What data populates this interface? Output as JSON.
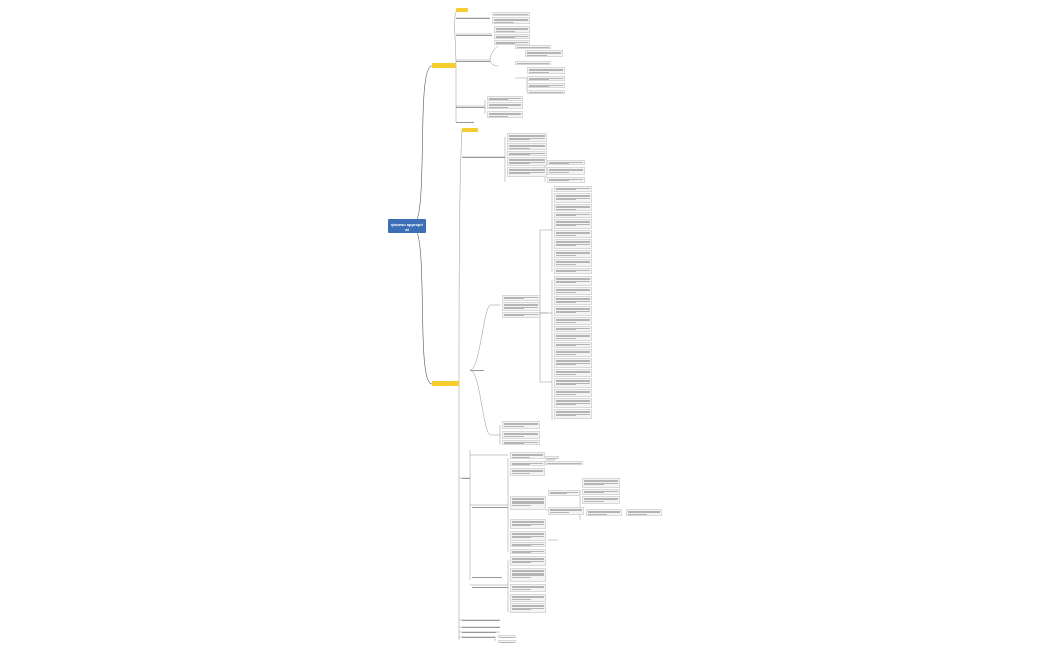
{
  "mindmap": {
    "root": "qiwuwu appropri\nat",
    "branches": [
      {
        "id": "b1",
        "label": "",
        "children_count": 10
      },
      {
        "id": "b2",
        "label": "",
        "children_count": 40
      }
    ],
    "colors": {
      "root": "#3d6fb6",
      "branch": "#f5cd2f",
      "line": "#555555",
      "leaf": "#f4f4f4"
    }
  }
}
